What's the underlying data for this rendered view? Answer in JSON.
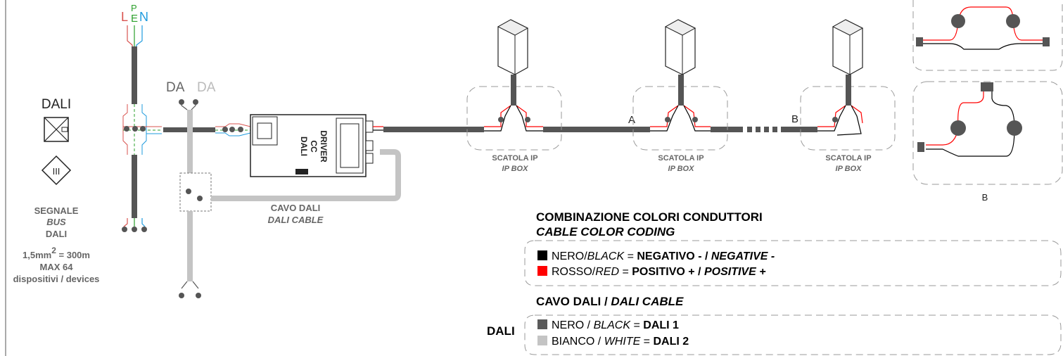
{
  "colors": {
    "conductor_black": "#000000",
    "conductor_red": "#ff0000",
    "dali_wire_1": "#5a5a5a",
    "dali_wire_2": "#c4c4c4",
    "mains_L": "#d9534f",
    "mains_PE": "#2ca02c",
    "mains_N": "#1f9bde"
  },
  "mains": {
    "L": "L",
    "P": "P",
    "E": "E",
    "N": "N"
  },
  "bus_labels": {
    "da1": "DA",
    "da2": "DA"
  },
  "dali_symbol": {
    "title": "DALI",
    "icons": [
      "dali-device-icon",
      "class-iii-icon"
    ],
    "class_mark": "III",
    "signal_line1": "SEGNALE",
    "signal_line2": "BUS",
    "signal_line3": "DALI",
    "wire_spec_prefix": "1,5mm",
    "wire_spec_exp": "2",
    "wire_spec_suffix": " = 300m",
    "max_devices": "MAX 64",
    "devices": "dispositivi / devices"
  },
  "driver": {
    "line1": "DRIVER",
    "line2": "CC",
    "line3": "DALI"
  },
  "dali_cable_label": {
    "it": "CAVO DALI",
    "en": "DALI CABLE"
  },
  "ip_boxes": [
    {
      "it": "SCATOLA IP",
      "en": "IP BOX"
    },
    {
      "it": "SCATOLA IP",
      "en": "IP BOX"
    },
    {
      "it": "SCATOLA IP",
      "en": "IP BOX"
    }
  ],
  "markers": {
    "a": "A",
    "b_line": "B",
    "b_detail": "B"
  },
  "legend": {
    "title_it": "COMBINAZIONE COLORI CONDUTTORI",
    "title_en": "CABLE COLOR CODING",
    "rows": [
      {
        "name_it": "NERO/",
        "name_en": "BLACK",
        "eq": " = ",
        "meaning_it": "NEGATIVO - / ",
        "meaning_en": "NEGATIVE -"
      },
      {
        "name_it": "ROSSO/",
        "name_en": "RED",
        "eq": " = ",
        "meaning_it": "POSITIVO + / ",
        "meaning_en": "POSITIVE +"
      }
    ],
    "dali_title_it": "CAVO DALI / ",
    "dali_title_en": "DALI CABLE",
    "dali_side_label": "DALI",
    "dali_rows": [
      {
        "name_it": "NERO / ",
        "name_en": "BLACK",
        "eq": " = ",
        "meaning": "DALI 1"
      },
      {
        "name_it": "BIANCO / ",
        "name_en": "WHITE",
        "eq": " = ",
        "meaning": "DALI 2"
      }
    ]
  }
}
